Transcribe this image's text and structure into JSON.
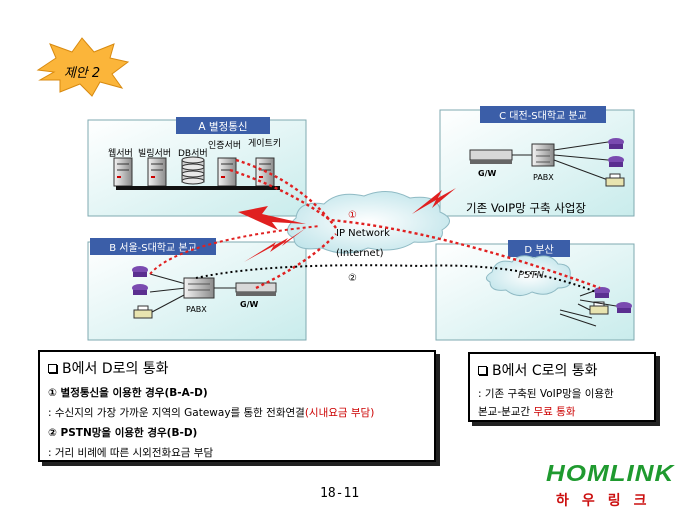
{
  "badge": {
    "label": "제안 2"
  },
  "site_a": {
    "title": "A 별정통신"
  },
  "servers": [
    "웹서버",
    "빌링서버",
    "DB서버",
    "인증서버",
    "게이트키"
  ],
  "site_c": {
    "title": "C 대전-S대학교 분교",
    "gw_label": "G/W",
    "pabx_label": "PABX",
    "caption": "기존 VoIP망 구축 사업장"
  },
  "site_b": {
    "title": "B 서울-S대학교 본교",
    "pabx_label": "PABX",
    "gw_label": "G/W"
  },
  "site_d": {
    "title": "D 부산",
    "cloud_label": "PSTN"
  },
  "network": {
    "route1": "①",
    "name": "IP Network",
    "name2": "(Internet)",
    "route2": "②"
  },
  "box_bd": {
    "title": "B에서 D로의 통화",
    "line1": "① 별정통신을 이용한 경우(B-A-D)",
    "line2_pre": ": 수신지의 가장 가까운 지역의 Gateway를 통한 전화연결",
    "line2_red": "(시내요금 부담)",
    "line3": "② PSTN망을 이용한 경우(B-D)",
    "line4": ": 거리 비례에 따른 시외전화요금 부담"
  },
  "box_bc": {
    "title": "B에서 C로의 통화",
    "line1": ": 기존 구축된 VoIP망을 이용한",
    "line2_pre": "본교-분교간 ",
    "line2_red": "무료 통화"
  },
  "page_number": "18-11",
  "logo": {
    "name": "HOMLINK",
    "korean": "하우링크"
  },
  "colors": {
    "site_bg": "#dff3f3",
    "title_bar": "#3b5ea8",
    "route_red": "#e02020",
    "route_black": "#000000",
    "logo_green": "#1f9a2f",
    "logo_red": "#cc1010"
  }
}
